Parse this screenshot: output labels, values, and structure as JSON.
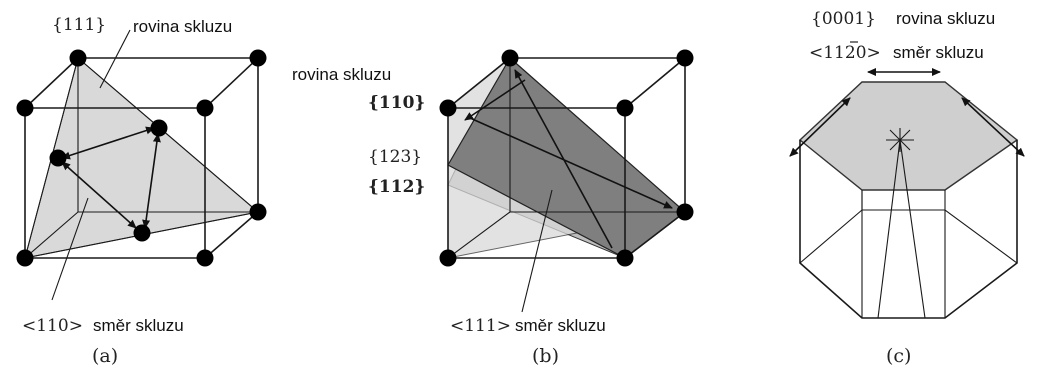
{
  "panels": {
    "a": {
      "caption": "(a)",
      "plane_miller": "{111}",
      "plane_text": "rovina skluzu",
      "direction_miller": "<110>",
      "direction_text": "směr skluzu"
    },
    "b": {
      "caption": "(b)",
      "plane_text": "rovina skluzu",
      "plane_110": "{110}",
      "plane_123": "{123}",
      "plane_112": "{112}",
      "direction_miller": "<111>",
      "direction_text": "směr skluzu"
    },
    "c": {
      "caption": "(c)",
      "plane_miller": "{0001}",
      "plane_text": "rovina skluzu",
      "direction_miller": "<1120>",
      "direction_text": "směr skluzu"
    }
  },
  "colors": {
    "plane_light": "#d9d9d9",
    "plane_dark": "#7f7f7f",
    "plane_mid": "#bdbdbd",
    "hex_top": "#cfcfcf"
  }
}
